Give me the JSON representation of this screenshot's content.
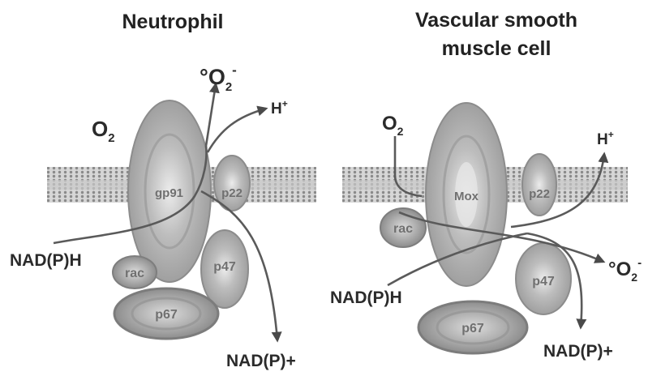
{
  "titles": {
    "neutrophil": "Neutrophil",
    "vsmc_line1": "Vascular smooth",
    "vsmc_line2": "muscle cell"
  },
  "neutrophil": {
    "superoxide": "O",
    "superoxide_sub": "2",
    "superoxide_sup": "-",
    "oxygen": "O",
    "oxygen_sub": "2",
    "proton": "H",
    "proton_sup": "+",
    "catalytic_subunit": "gp91",
    "membrane_subunit": "p22",
    "nadph": "NAD(P)H",
    "nadp": "NAD(P)+",
    "rac": "rac",
    "p47": "p47",
    "p67": "p67"
  },
  "vsmc": {
    "oxygen": "O",
    "oxygen_sub": "2",
    "proton": "H",
    "proton_sup": "+",
    "catalytic_subunit": "Mox",
    "membrane_subunit": "p22",
    "rac": "rac",
    "superoxide": "O",
    "superoxide_sub": "2",
    "superoxide_sup": "-",
    "nadph": "NAD(P)H",
    "nadp": "NAD(P)+",
    "p47": "p47",
    "p67": "p67"
  },
  "colors": {
    "membrane_stripe": "#909090",
    "subunit_fill": "#b8b8b8",
    "arrow": "#5a5a5a",
    "text": "#2b2b2b"
  }
}
